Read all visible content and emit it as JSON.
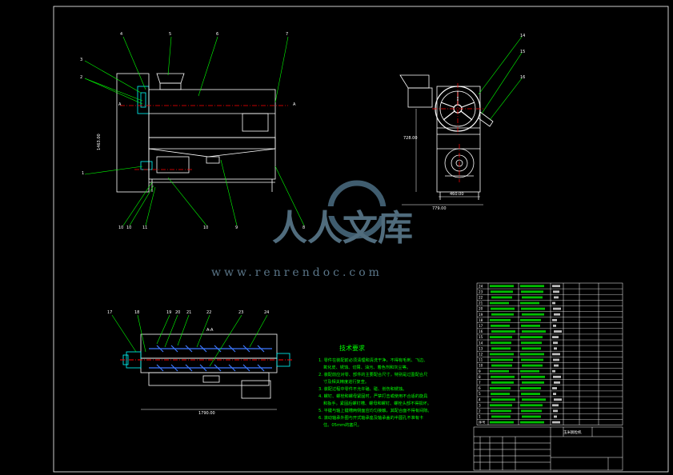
{
  "labels": {
    "top": [
      "4",
      "5",
      "6",
      "7",
      "3",
      "2",
      "1",
      "10",
      "10",
      "11",
      "10",
      "9",
      "8"
    ],
    "side": [
      "14",
      "15",
      "16"
    ],
    "section": [
      "17",
      "18",
      "19",
      "20",
      "21",
      "22",
      "23",
      "24"
    ],
    "section_title": "A-A"
  },
  "dims": {
    "height": "1463.00",
    "side_height": "728.00",
    "side_width_1": "460.00",
    "side_width_2": "779.00",
    "length": "1790.00"
  },
  "tech": {
    "title": "技术要求",
    "lines": [
      "1. 零件在装配前必须清理和清洗干净，不得有毛刺、飞边、",
      "氧化皮、锈蚀、切屑、油污、着色剂和灰尘等。",
      "2. 装配前应对零、部件的主要配合尺寸，特别是过盈配合尺",
      "寸及相关精度进行复查。",
      "3. 装配过程中零件不允许磕、碰、划伤和锈蚀。",
      "4. 螺钉、螺栓和螺母紧固时，严禁打击或使用不合适的旋具",
      "和扳手。紧固后螺钉槽、螺母和螺钉、螺栓头部不得损坏。",
      "5. 平键与轴上键槽两侧面应均匀接触，其配合面不得有间隙。",
      "6. 滚动轴承外圈与开式轴承座及轴承盖的半圆孔不准有卡",
      "住。05mm的塞尺。"
    ]
  },
  "bom": {
    "rows": [
      "24",
      "23",
      "22",
      "21",
      "20",
      "19",
      "18",
      "17",
      "16",
      "15",
      "14",
      "13",
      "12",
      "11",
      "10",
      "9",
      "8",
      "7",
      "6",
      "5",
      "4",
      "3",
      "2",
      "1",
      "序号"
    ]
  },
  "title_block": {
    "name": "玉米脱粒机"
  },
  "watermark": {
    "text": "人人文库",
    "url": "www.renrendoc.com"
  }
}
